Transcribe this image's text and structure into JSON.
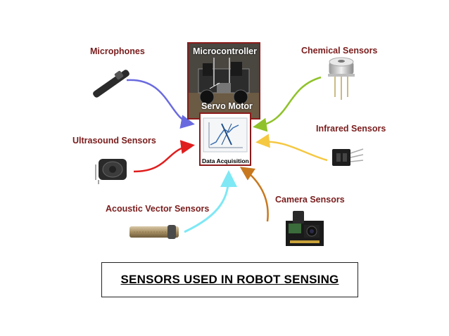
{
  "hub": {
    "microcontroller_label": "Microcontroller",
    "servo_label": "Servo Motor",
    "daq_label": "Data Acquisition"
  },
  "sensors": {
    "microphones": "Microphones",
    "ultrasound": "Ultrasound Sensors",
    "acoustic_vector": "Acoustic Vector Sensors",
    "chemical": "Chemical Sensors",
    "infrared": "Infrared Sensors",
    "camera": "Camera Sensors"
  },
  "caption": "SENSORS USED IN ROBOT SENSING",
  "colors": {
    "label": "#7a1c1c",
    "microphones_arrow": "#6a6ae0",
    "ultrasound_arrow": "#e01e1e",
    "acoustic_arrow": "#7fe8f5",
    "chemical_arrow": "#8fc22a",
    "infrared_arrow": "#f5c842",
    "camera_arrow": "#c8781e"
  }
}
